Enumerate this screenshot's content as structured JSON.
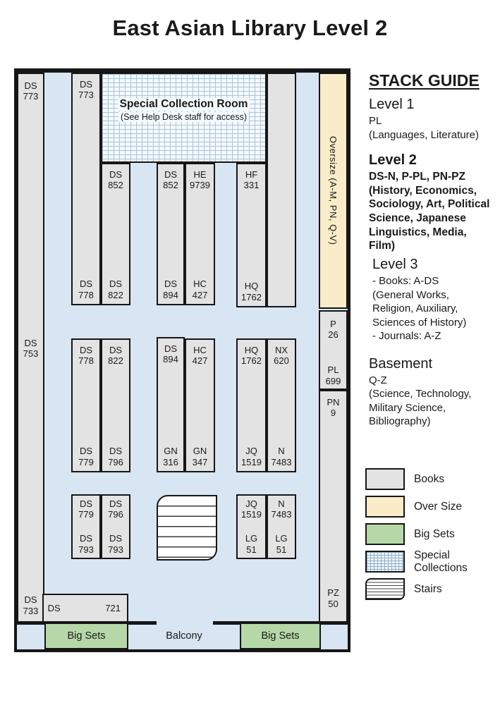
{
  "title": "East Asian Library Level 2",
  "floor_plan": {
    "left_wall": {
      "top": "DS 773",
      "middle": "DS 753",
      "bottom": "DS 733"
    },
    "special_collection_room": {
      "title": "Special Collection Room",
      "subtitle": "(See Help Desk staff for access)"
    },
    "top_section": {
      "col_a1": {
        "top": "DS 773",
        "bottom": "DS 778"
      },
      "col_a2": {
        "top": "DS 852",
        "bottom": "DS 822"
      },
      "col_b1": {
        "top": "DS 852",
        "bottom": "DS 894"
      },
      "col_b2": {
        "top": "HE 9739",
        "bottom": "HC 427"
      },
      "col_c1": {
        "top": "HF 331",
        "bottom": "HQ 1762"
      }
    },
    "middle_section": {
      "col_a1": {
        "top": "DS 778",
        "bottom": "DS 779"
      },
      "col_a2": {
        "top": "DS 822",
        "bottom": "DS 796"
      },
      "col_b1": {
        "top": "DS 894",
        "bottom": "GN 316"
      },
      "col_b2": {
        "top": "HC 427",
        "bottom": "GN 347"
      },
      "col_c1": {
        "top": "HQ 1762",
        "bottom": "JQ 1519"
      },
      "col_c2": {
        "top": "NX 620",
        "bottom": "N 7483"
      }
    },
    "lower_section": {
      "col_a1": {
        "top": "DS 779",
        "bottom": "DS 793"
      },
      "col_a2": {
        "top": "DS 796",
        "bottom": "DS 793"
      },
      "col_c1": {
        "top": "JQ 1519",
        "bottom": "LG 51"
      },
      "col_c2": {
        "top": "N 7483",
        "bottom": "LG 51"
      }
    },
    "right_wall": {
      "oversize": "Oversize (A-M, PN, Q-V)",
      "box1": {
        "top": "P 26",
        "bottom": "PL 699"
      },
      "box2": {
        "top": "PN 9",
        "bottom": "PZ 50"
      }
    },
    "bottom": {
      "shelf": "DS 721",
      "big_sets_left": "Big Sets",
      "balcony": "Balcony",
      "big_sets_right": "Big Sets"
    }
  },
  "stack_guide": {
    "heading": "STACK GUIDE",
    "sections": [
      {
        "heading": "Level 1",
        "body": "PL\n(Languages, Literature)"
      },
      {
        "heading": "Level 2",
        "body": "DS-N, P-PL, PN-PZ\n(History, Economics,\nSociology, Art, Political\nScience, Japanese\nLinguistics, Media,\nFilm)"
      },
      {
        "heading": "Level 3",
        "body": "- Books: A-DS\n(General Works,\nReligion, Auxiliary,\nSciences of History)\n- Journals: A-Z"
      },
      {
        "heading": "Basement",
        "body": "Q-Z\n(Science, Technology,\nMilitary Science,\nBibliography)"
      }
    ]
  },
  "legend": {
    "items": [
      {
        "label": "Books"
      },
      {
        "label": "Over Size"
      },
      {
        "label": "Big Sets"
      },
      {
        "label": "Special Collections"
      },
      {
        "label": "Stairs"
      }
    ]
  },
  "colors": {
    "floor": "#d8e5f2",
    "books": "#e3e3e3",
    "oversize": "#faecc8",
    "big_sets": "#b6d7a8",
    "wall": "#161616"
  }
}
